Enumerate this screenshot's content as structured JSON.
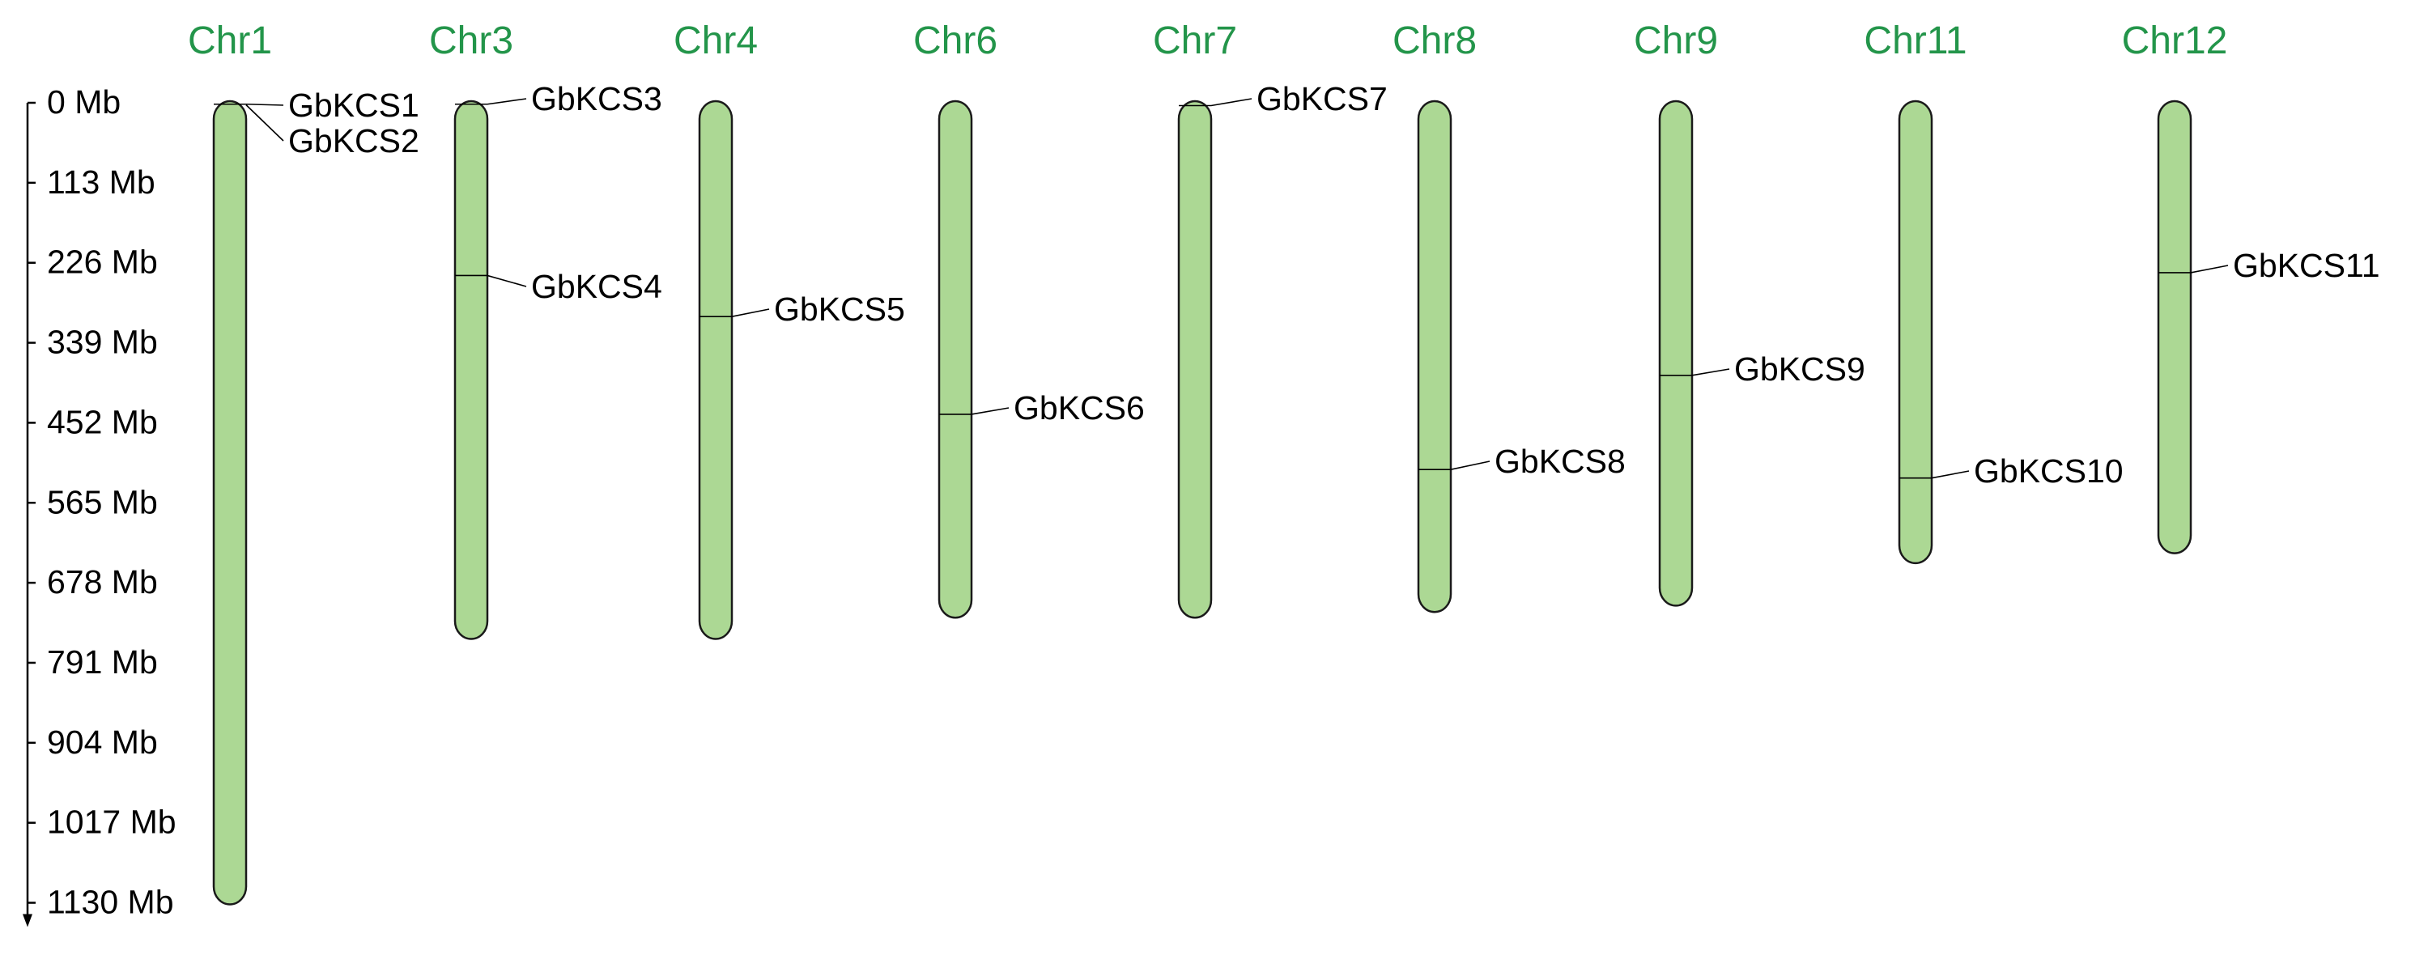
{
  "colors": {
    "chromosome_fill": "#acd894",
    "chromosome_stroke": "#1a1a1a",
    "title_color": "#23954a",
    "line_color": "#000000"
  },
  "scale": {
    "max_mb": 1130,
    "ticks": [
      {
        "value": 0,
        "label": "0 Mb"
      },
      {
        "value": 113,
        "label": "113 Mb"
      },
      {
        "value": 226,
        "label": "226 Mb"
      },
      {
        "value": 339,
        "label": "339 Mb"
      },
      {
        "value": 452,
        "label": "452 Mb"
      },
      {
        "value": 565,
        "label": "565 Mb"
      },
      {
        "value": 678,
        "label": "678 Mb"
      },
      {
        "value": 791,
        "label": "791 Mb"
      },
      {
        "value": 904,
        "label": "904 Mb"
      },
      {
        "value": 1017,
        "label": "1017 Mb"
      },
      {
        "value": 1130,
        "label": "1130 Mb"
      }
    ]
  },
  "chromosomes": [
    {
      "name": "Chr1",
      "length_mb": 1130,
      "genes": [
        {
          "name": "GbKCS1",
          "position_mb": 2
        },
        {
          "name": "GbKCS2",
          "position_mb": 3
        }
      ]
    },
    {
      "name": "Chr3",
      "length_mb": 755,
      "genes": [
        {
          "name": "GbKCS3",
          "position_mb": 2
        },
        {
          "name": "GbKCS4",
          "position_mb": 244
        }
      ]
    },
    {
      "name": "Chr4",
      "length_mb": 755,
      "genes": [
        {
          "name": "GbKCS5",
          "position_mb": 302
        }
      ]
    },
    {
      "name": "Chr6",
      "length_mb": 725,
      "genes": [
        {
          "name": "GbKCS6",
          "position_mb": 440
        }
      ]
    },
    {
      "name": "Chr7",
      "length_mb": 725,
      "genes": [
        {
          "name": "GbKCS7",
          "position_mb": 4
        }
      ]
    },
    {
      "name": "Chr8",
      "length_mb": 717,
      "genes": [
        {
          "name": "GbKCS8",
          "position_mb": 518
        }
      ]
    },
    {
      "name": "Chr9",
      "length_mb": 708,
      "genes": [
        {
          "name": "GbKCS9",
          "position_mb": 385
        }
      ]
    },
    {
      "name": "Chr11",
      "length_mb": 648,
      "genes": [
        {
          "name": "GbKCS10",
          "position_mb": 530
        }
      ]
    },
    {
      "name": "Chr12",
      "length_mb": 634,
      "genes": [
        {
          "name": "GbKCS11",
          "position_mb": 240
        }
      ]
    }
  ]
}
